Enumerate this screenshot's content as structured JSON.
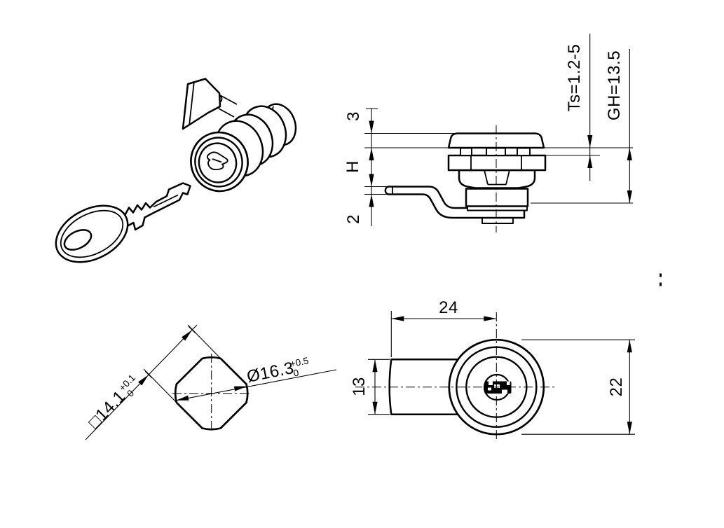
{
  "sheet": {
    "background": "#ffffff",
    "line_color": "#000000",
    "description": "Technical drawing of a cam lock with key, four views"
  },
  "side_view": {
    "dims": {
      "three": "3",
      "h": "H",
      "two": "2",
      "ts": "Ts=1.2-5",
      "gh": "GH=13.5"
    }
  },
  "section_view": {
    "square": {
      "value": "□14.1",
      "tol_top": "+0.1",
      "tol_bottom": "0"
    },
    "diameter": {
      "value": "Ø16.3",
      "tol_top": "+0.5",
      "tol_bottom": "0"
    }
  },
  "front_view": {
    "dims": {
      "width": "24",
      "height": "13",
      "diameter": "22"
    }
  }
}
